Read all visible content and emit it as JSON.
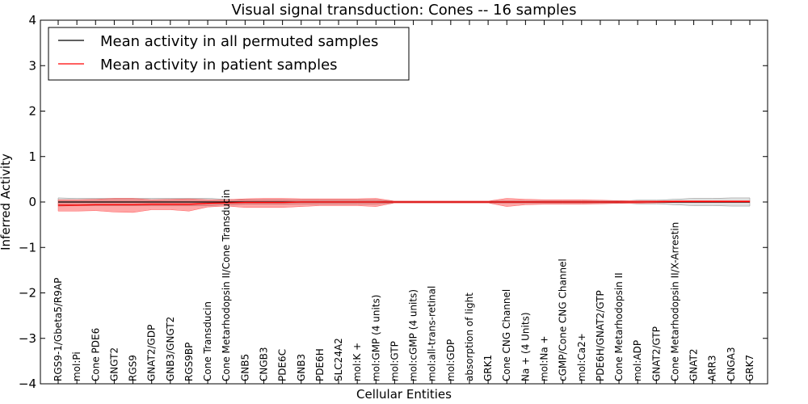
{
  "chart_data": {
    "type": "line",
    "title": "Visual signal transduction: Cones -- 16 samples",
    "xlabel": "Cellular Entities",
    "ylabel": "Inferred Activity",
    "ylim": [
      -4,
      4
    ],
    "yticks": [
      -4,
      -3,
      -2,
      -1,
      0,
      1,
      2,
      3,
      4
    ],
    "grid": false,
    "legend_position": "top-left",
    "categories": [
      "RGS9-1/Gbeta5/R9AP",
      "mol:Pi",
      "Cone PDE6",
      "GNGT2",
      "RGS9",
      "GNAT2/GDP",
      "GNB3/GNGT2",
      "RGS9BP",
      "Cone Transducin",
      "Cone Metarhodopsin II/Cone Transducin",
      "GNB5",
      "CNGB3",
      "PDE6C",
      "GNB3",
      "PDE6H",
      "SLC24A2",
      "mol:K +",
      "mol:GMP (4 units)",
      "mol:GTP",
      "mol:cGMP (4 units)",
      "mol:all-trans-retinal",
      "mol:GDP",
      "absorption of light",
      "GRK1",
      "Cone CNG Channel",
      "Na + (4 Units)",
      "mol:Na +",
      "cGMP/Cone CNG Channel",
      "mol:Ca2+",
      "PDE6H/GNAT2/GTP",
      "Cone Metarhodopsin II",
      "mol:ADP",
      "GNAT2/GTP",
      "Cone Metarhodopsin II/X-Arrestin",
      "GNAT2",
      "ARR3",
      "CNGA3",
      "GRK7"
    ],
    "series": [
      {
        "name": "Mean activity in all permuted samples",
        "color": "#000000",
        "values": [
          0,
          0,
          0,
          0,
          0,
          0,
          0,
          0,
          0,
          0,
          0,
          0,
          0,
          0,
          0,
          0,
          0,
          0,
          0,
          0,
          0,
          0,
          0,
          0,
          0,
          0,
          0,
          0,
          0,
          0,
          0,
          0,
          0,
          0,
          0,
          0,
          0,
          0
        ],
        "band_upper": [
          0.09,
          0.08,
          0.08,
          0.08,
          0.08,
          0.08,
          0.08,
          0.08,
          0.08,
          0.06,
          0.05,
          0.05,
          0.05,
          0.04,
          0.04,
          0.04,
          0.04,
          0.04,
          0.02,
          0.02,
          0.02,
          0.02,
          0.02,
          0.02,
          0.02,
          0.02,
          0.02,
          0.02,
          0.02,
          0.02,
          0.02,
          0.04,
          0.04,
          0.06,
          0.08,
          0.08,
          0.09,
          0.09
        ],
        "band_lower": [
          -0.09,
          -0.08,
          -0.08,
          -0.08,
          -0.08,
          -0.08,
          -0.08,
          -0.08,
          -0.08,
          -0.06,
          -0.05,
          -0.05,
          -0.05,
          -0.04,
          -0.04,
          -0.04,
          -0.04,
          -0.04,
          -0.02,
          -0.02,
          -0.02,
          -0.02,
          -0.02,
          -0.02,
          -0.02,
          -0.02,
          -0.02,
          -0.02,
          -0.02,
          -0.02,
          -0.02,
          -0.04,
          -0.04,
          -0.06,
          -0.08,
          -0.08,
          -0.09,
          -0.09
        ]
      },
      {
        "name": "Mean activity in patient samples",
        "color": "#ff0000",
        "values": [
          -0.07,
          -0.07,
          -0.06,
          -0.06,
          -0.06,
          -0.05,
          -0.05,
          -0.05,
          -0.03,
          -0.02,
          -0.01,
          -0.01,
          -0.01,
          0,
          0,
          0,
          0,
          0,
          0,
          0,
          0,
          0,
          0,
          0,
          0,
          0,
          0,
          0,
          0,
          0,
          0,
          0,
          0.005,
          0.01,
          0.01,
          0.01,
          0.01,
          0.01
        ],
        "band_upper": [
          0.05,
          0.05,
          0.06,
          0.08,
          0.08,
          0.05,
          0.06,
          0.07,
          0.05,
          0.05,
          0.07,
          0.08,
          0.08,
          0.07,
          0.07,
          0.07,
          0.07,
          0.08,
          0.02,
          0.02,
          0.02,
          0.02,
          0.02,
          0.02,
          0.08,
          0.06,
          0.05,
          0.05,
          0.05,
          0.04,
          0.03,
          0.03,
          0.03,
          0.03,
          0.03,
          0.03,
          0.03,
          0.03
        ],
        "band_lower": [
          -0.2,
          -0.2,
          -0.19,
          -0.22,
          -0.23,
          -0.17,
          -0.17,
          -0.2,
          -0.11,
          -0.09,
          -0.12,
          -0.12,
          -0.12,
          -0.1,
          -0.08,
          -0.08,
          -0.08,
          -0.1,
          -0.02,
          -0.02,
          -0.02,
          -0.02,
          -0.02,
          -0.02,
          -0.1,
          -0.06,
          -0.05,
          -0.05,
          -0.05,
          -0.04,
          -0.03,
          -0.03,
          -0.02,
          -0.01,
          -0.01,
          -0.01,
          -0.01,
          -0.01
        ]
      }
    ]
  }
}
